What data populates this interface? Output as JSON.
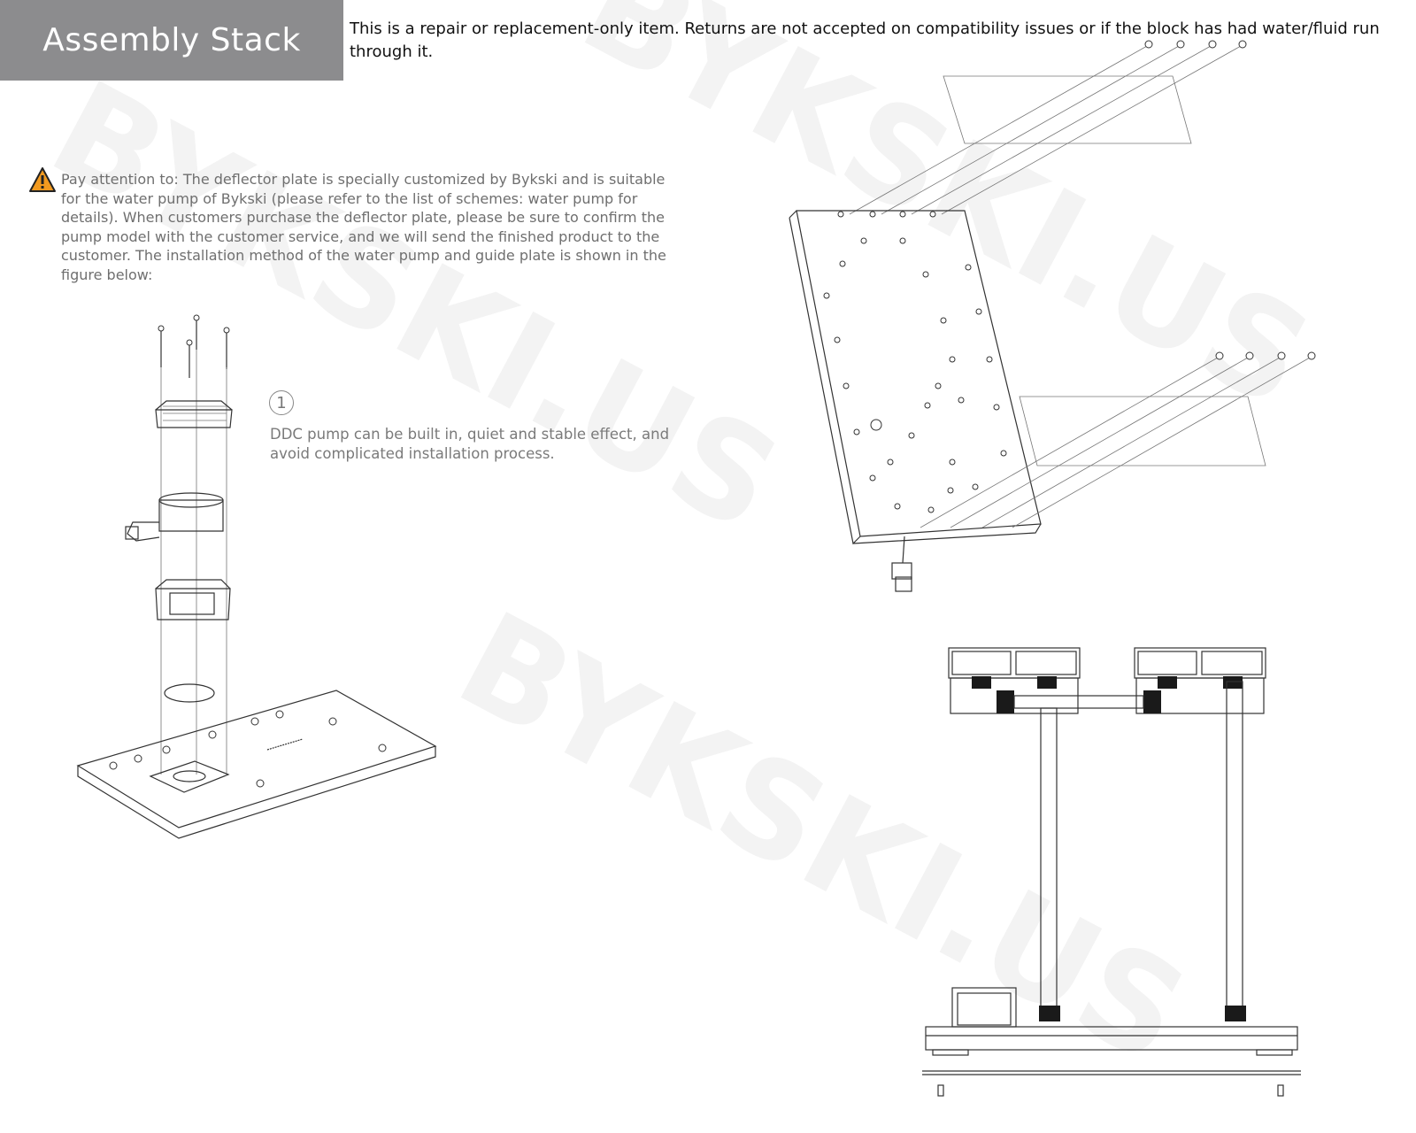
{
  "header": {
    "title": "Assembly Stack",
    "notice": "This is a repair or replacement-only item. Returns are not accepted on compatibility issues or if the block has had water/fluid run through it."
  },
  "attention": {
    "icon": "warning-icon",
    "text": "Pay attention to:  The deflector plate is specially customized by Bykski and is suitable for the water pump of Bykski (please refer to the list of schemes: water pump for details). When customers purchase the deflector plate, please be sure to confirm the pump model with the customer service, and we will send the finished product to the customer. The installation method of the water pump and guide plate is shown in the figure below:"
  },
  "step": {
    "number": "1",
    "text": "DDC pump can be built in, quiet and stable effect, and avoid complicated installation process."
  },
  "watermark": "BYKSKI.US",
  "colors": {
    "header_bg": "#8c8c8e",
    "warning": "#f29a1f",
    "muted_text": "#6f6f6f"
  }
}
